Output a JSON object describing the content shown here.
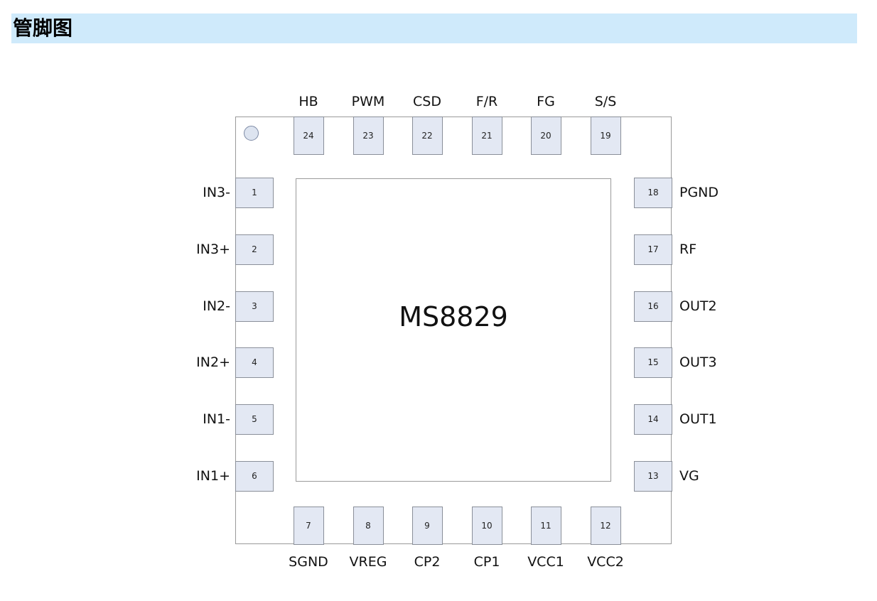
{
  "header": {
    "title": "管脚图"
  },
  "chip": {
    "name": "MS8829"
  },
  "pins": {
    "top": [
      {
        "num": "24",
        "name": "HB"
      },
      {
        "num": "23",
        "name": "PWM"
      },
      {
        "num": "22",
        "name": "CSD"
      },
      {
        "num": "21",
        "name": "F/R"
      },
      {
        "num": "20",
        "name": "FG"
      },
      {
        "num": "19",
        "name": "S/S"
      }
    ],
    "left": [
      {
        "num": "1",
        "name": "IN3-"
      },
      {
        "num": "2",
        "name": "IN3+"
      },
      {
        "num": "3",
        "name": "IN2-"
      },
      {
        "num": "4",
        "name": "IN2+"
      },
      {
        "num": "5",
        "name": "IN1-"
      },
      {
        "num": "6",
        "name": "IN1+"
      }
    ],
    "right": [
      {
        "num": "18",
        "name": "PGND"
      },
      {
        "num": "17",
        "name": "RF"
      },
      {
        "num": "16",
        "name": "OUT2"
      },
      {
        "num": "15",
        "name": "OUT3"
      },
      {
        "num": "14",
        "name": "OUT1"
      },
      {
        "num": "13",
        "name": "VG"
      }
    ],
    "bottom": [
      {
        "num": "7",
        "name": "SGND"
      },
      {
        "num": "8",
        "name": "VREG"
      },
      {
        "num": "9",
        "name": "CP2"
      },
      {
        "num": "10",
        "name": "CP1"
      },
      {
        "num": "11",
        "name": "VCC1"
      },
      {
        "num": "12",
        "name": "VCC2"
      }
    ]
  },
  "colors": {
    "header_bg": "#cfeafb",
    "pad_fill": "#e3e8f3",
    "pad_border": "#8a8f99"
  }
}
